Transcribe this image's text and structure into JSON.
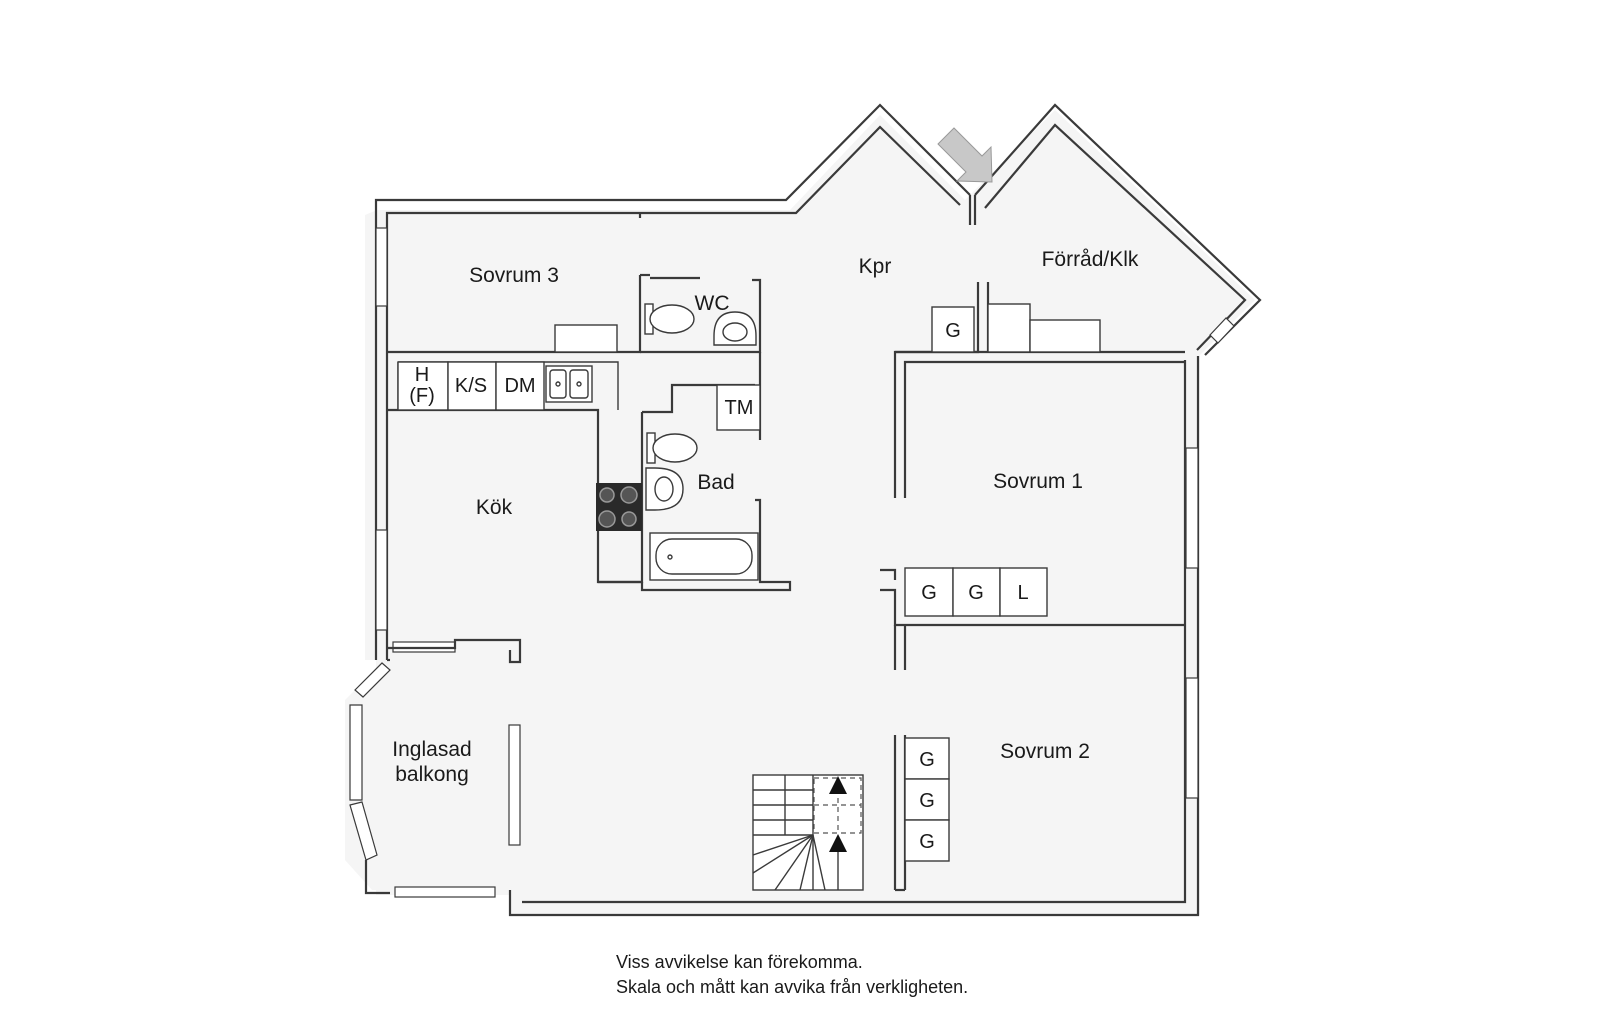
{
  "rooms": {
    "sovrum3": "Sovrum 3",
    "wc": "WC",
    "kpr": "Kpr",
    "forrad": "Förråd/Klk",
    "kok": "Kök",
    "bad": "Bad",
    "sovrum1": "Sovrum 1",
    "sovrum2": "Sovrum 2",
    "balkong_line1": "Inglasad",
    "balkong_line2": "balkong"
  },
  "fixtures": {
    "h": "H",
    "f": "(F)",
    "ks": "K/S",
    "dm": "DM",
    "tm": "TM",
    "g": "G",
    "l": "L"
  },
  "footer": {
    "line1": "Viss avvikelse kan förekomma.",
    "line2": "Skala och mått kan avvika från verkligheten."
  }
}
